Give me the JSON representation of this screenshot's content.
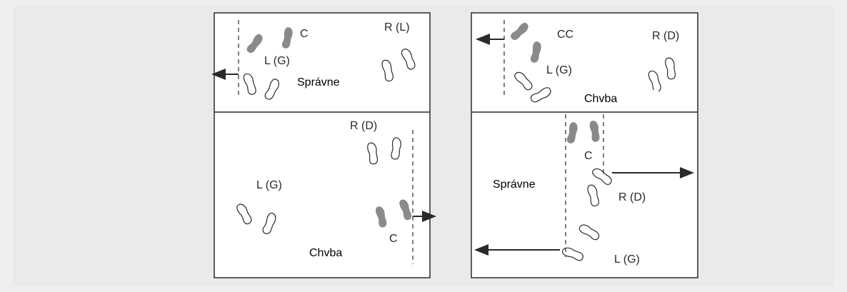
{
  "panel_left": {
    "top": {
      "label_c": "C",
      "label_r": "R (L)",
      "label_l": "L (G)",
      "verdict": "Správne"
    },
    "bottom": {
      "label_r": "R (D)",
      "label_l": "L (G)",
      "label_c": "C",
      "verdict": "Chvba"
    }
  },
  "panel_right": {
    "top": {
      "label_cc": "CC",
      "label_r": "R (D)",
      "label_l": "L (G)",
      "verdict": "Chvba"
    },
    "bottom": {
      "label_c": "C",
      "label_r": "R (D)",
      "label_l": "L (G)",
      "verdict": "Správne"
    }
  },
  "colors": {
    "outline": "#2a2a2a",
    "shaded_footprint": "#8a8a8a",
    "label_box": "#ffffff"
  }
}
